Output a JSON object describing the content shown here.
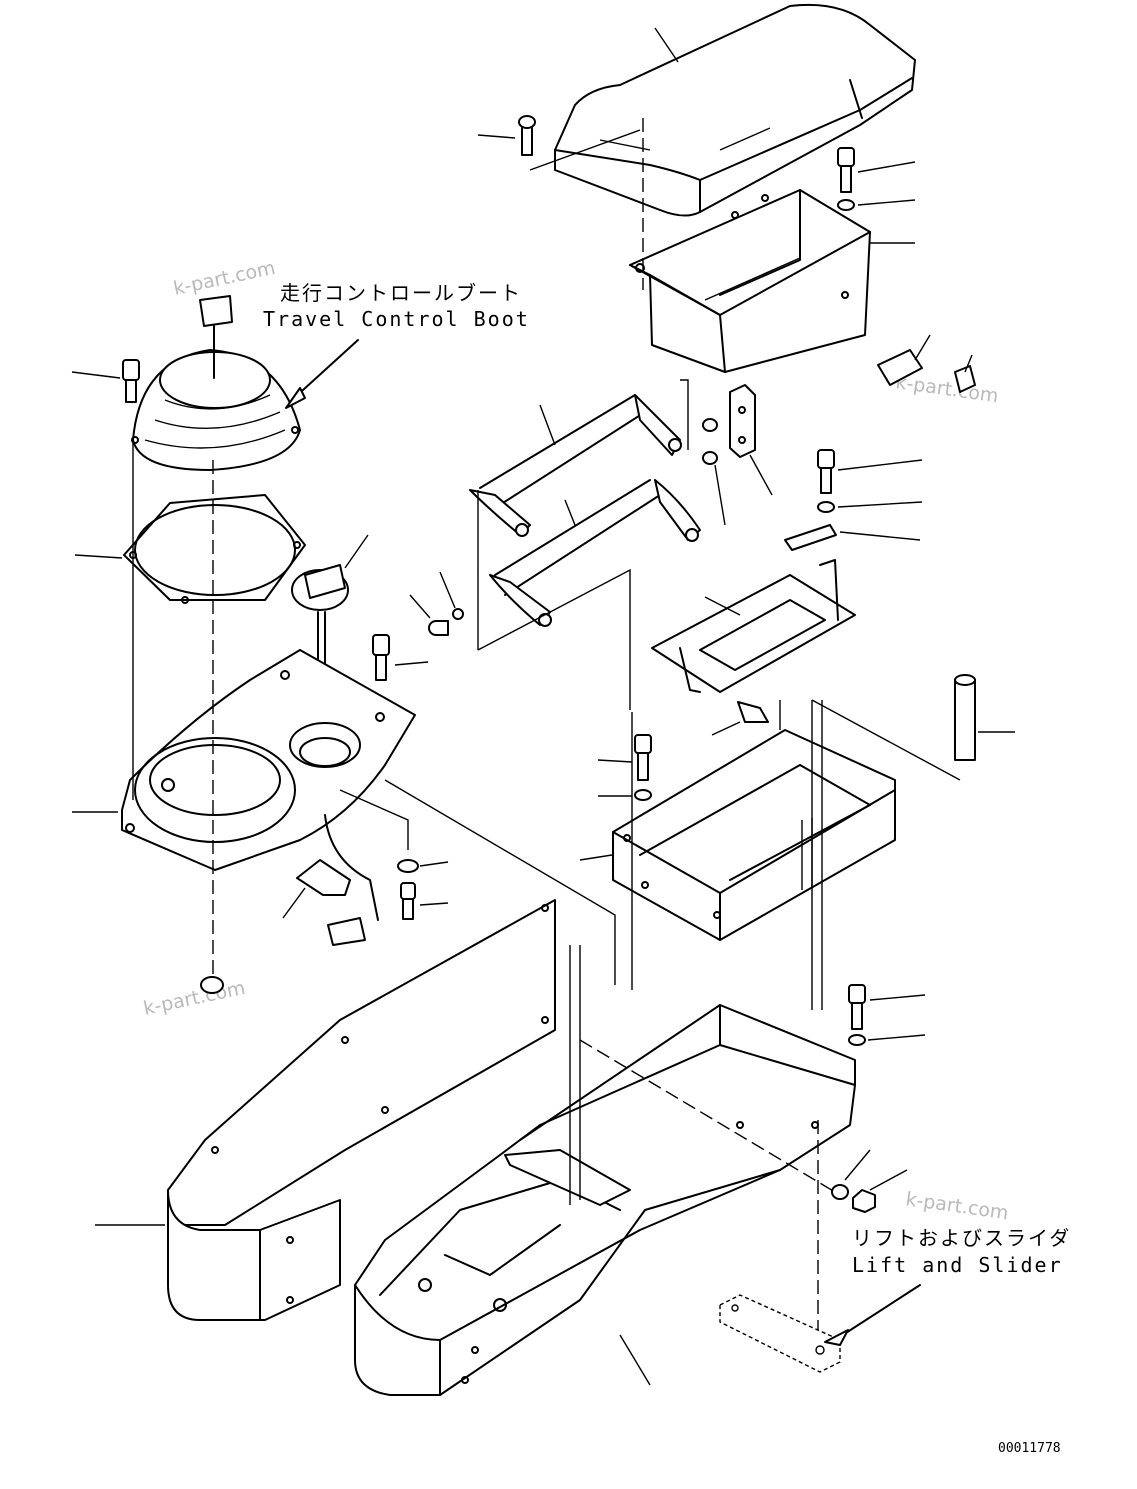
{
  "labels": {
    "travel_control_boot_jp": "走行コントロールブート",
    "travel_control_boot_en": "Travel Control Boot",
    "lift_slider_jp": "リフトおよびスライダ",
    "lift_slider_en": "Lift and Slider"
  },
  "watermarks": [
    "k-part.com",
    "k-part.com",
    "k-part.com",
    "k-part.com"
  ],
  "drawing_number": "00011778"
}
